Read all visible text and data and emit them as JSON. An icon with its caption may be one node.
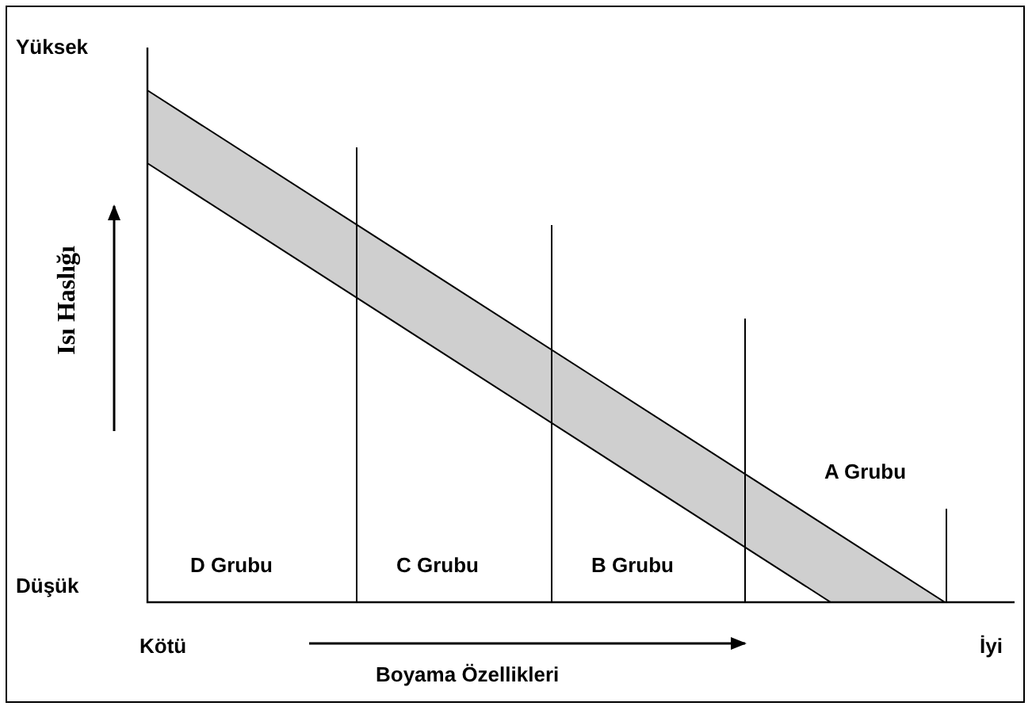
{
  "diagram": {
    "labels": [
      "Yüksek",
      "Isı Haslığı",
      "A Grubu",
      "Düşük",
      "D Grubu",
      "C Grubu",
      "B Grubu",
      "Kötü",
      "İyi",
      "Boyama Özellikleri"
    ]
  }
}
